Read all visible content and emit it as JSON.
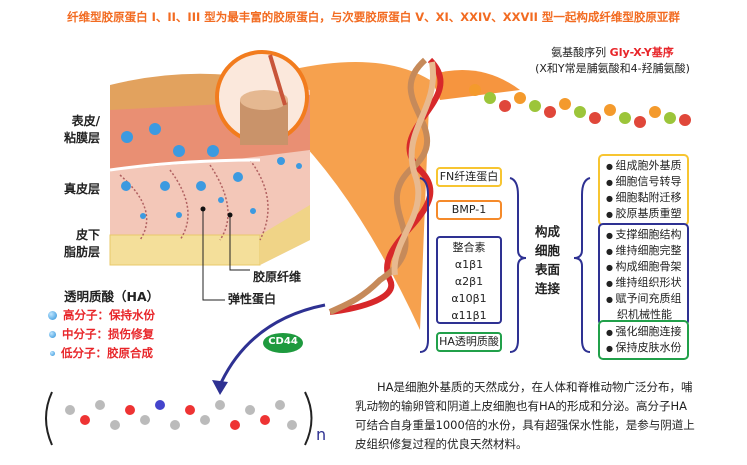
{
  "title": "纤维型胶原蛋白 I、II、III 型为最丰富的胶原蛋白，与次要胶原蛋白 V、XI、XXIV、XXVII 型一起构成纤维型胶原亚群",
  "amino": {
    "label": "氨基酸序列",
    "highlight": "Gly-X-Y基序",
    "note": "(X和Y常是脯氨酸和4-羟脯氨酸)"
  },
  "layers": {
    "epidermis": "表皮/\n粘膜层",
    "dermis": "真皮层",
    "subcutaneous": "皮下\n脂肪层"
  },
  "fibers": {
    "collagen": "胶原纤维",
    "elastin": "弹性蛋白"
  },
  "legend": {
    "title": "透明质酸（HA）",
    "items": [
      "高分子：保持水份",
      "中分子：损伤修复",
      "低分子：胶原合成"
    ]
  },
  "cd44": "CD44",
  "subscript": "n",
  "partners": {
    "fn": "FN纤连蛋白",
    "bmp": "BMP-1",
    "integrin_title": "整合素",
    "integrins": [
      "α1β1",
      "α2β1",
      "α10β1",
      "α11β1"
    ],
    "ha": "HA透明质酸"
  },
  "center_label": [
    "构成",
    "细胞",
    "表面",
    "连接"
  ],
  "functions": {
    "yellow": [
      "组成胞外基质",
      "细胞信号转导",
      "细胞黏附迁移",
      "胶原基质重塑"
    ],
    "navy": [
      "支撑细胞结构",
      "维持细胞完整",
      "构成细胞骨架",
      "维持组织形状",
      "赋予间充质组织机械性能"
    ],
    "green": [
      "强化细胞连接",
      "保持皮肤水份"
    ]
  },
  "paragraph": "HA是细胞外基质的天然成分，在人体和脊椎动物广泛分布，哺乳动物的输卵管和阴道上皮细胞也有HA的形成和分泌。高分子HA可结合自身重量1000倍的水份，具有超强保水性能，是参与阴道上皮组织修复过程的优良天然材料。",
  "colors": {
    "orange": "#f26b21",
    "yellow": "#f7c531",
    "navy": "#2e3192",
    "green": "#21a04a",
    "red": "#e8262a"
  }
}
